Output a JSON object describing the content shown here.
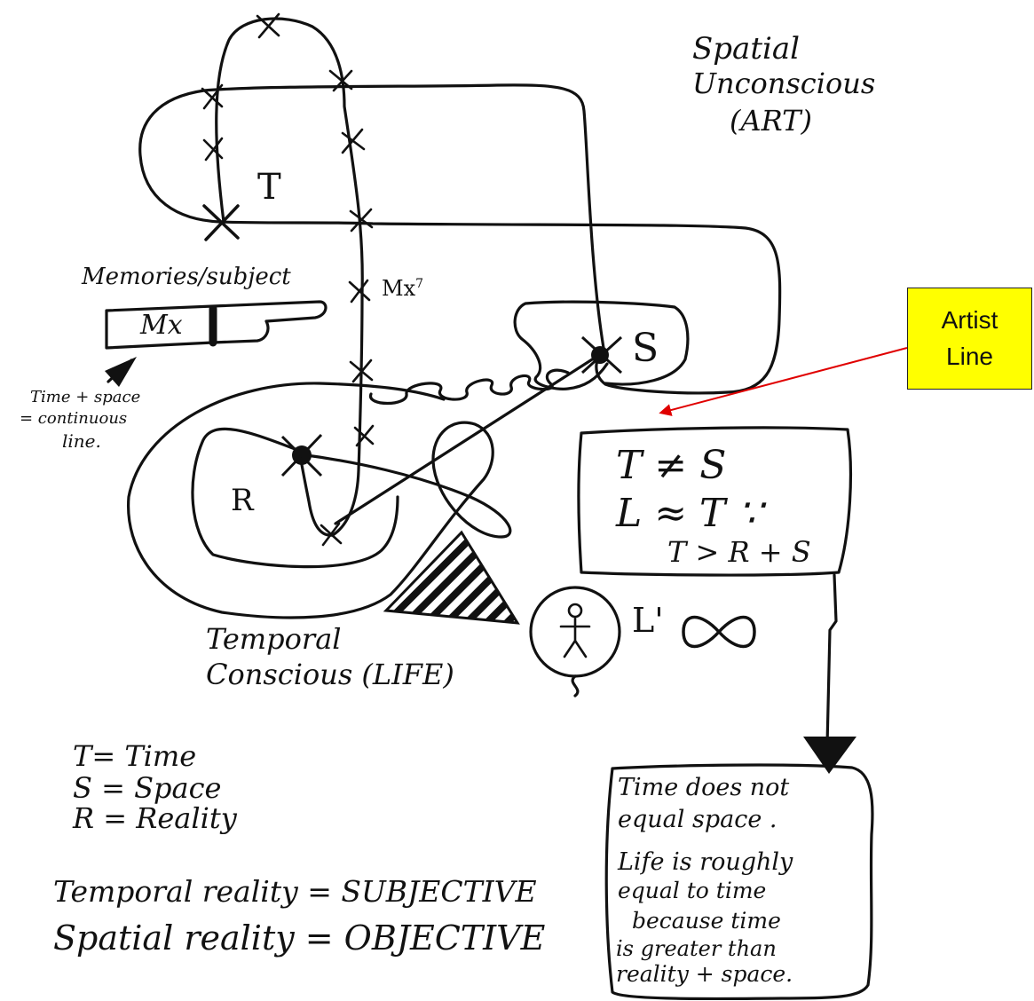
{
  "labels": {
    "spatial_line1": "Spatial",
    "spatial_line2": "Unconscious",
    "spatial_line3": "(ART)",
    "t_mark": "T",
    "s_mark": "S",
    "r_mark": "R",
    "l_prime": "L'",
    "infinity": "∞",
    "mx7": "Mx",
    "mx7_exp": "7",
    "memories": "Memories/subject",
    "finger_mx": "Mx",
    "time_space_line1": "Time + space",
    "time_space_line2": "= continuous",
    "time_space_line3": "line.",
    "temporal_line1": "Temporal",
    "temporal_line2": "Conscious (LIFE)"
  },
  "callout": {
    "line1": "Artist",
    "line2": "Line",
    "bg_color": "#ffff00",
    "arrow_color": "#e00000"
  },
  "formula_box": {
    "line1": "T ≠ S",
    "line2": "L ≈ T ∵",
    "line3": "T > R + S"
  },
  "legend": {
    "t": "T= Time",
    "s": "S = Space",
    "r": "R = Reality"
  },
  "realities": {
    "temporal": "Temporal reality = SUBJECTIVE",
    "spatial": "Spatial reality = OBJECTIVE"
  },
  "explanation": {
    "line1": "Time does not",
    "line2": "equal space .",
    "line3": "Life is roughly",
    "line4": "equal to time",
    "line5": "because time",
    "line6": "is greater than",
    "line7": "reality + space."
  }
}
